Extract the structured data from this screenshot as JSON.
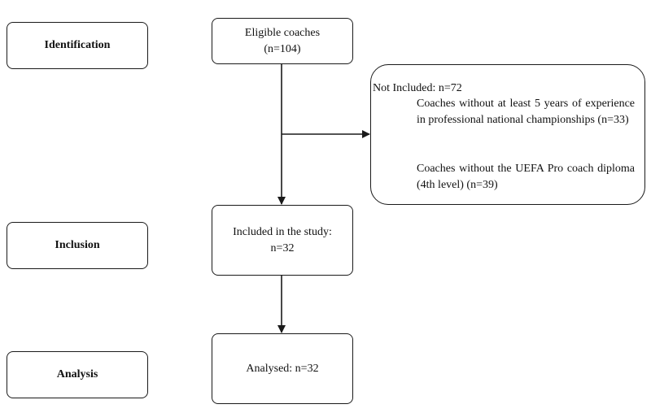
{
  "stages": {
    "identification": "Identification",
    "inclusion": "Inclusion",
    "analysis": "Analysis"
  },
  "flow": {
    "eligible": {
      "label": "Eligible coaches",
      "count": "(n=104)"
    },
    "included": {
      "label": "Included in the study:",
      "count": "n=32"
    },
    "analysed": {
      "label": "Analysed: n=32"
    }
  },
  "excluded": {
    "heading": "Not Included: n=72",
    "reasons": [
      "Coaches without at least 5 years of experience in professional national championships (n=33)",
      "Coaches without the UEFA Pro coach diploma (4th level) (n=39)"
    ]
  },
  "colors": {
    "stroke": "#1a1a1a",
    "text": "#111111",
    "background": "#ffffff"
  }
}
